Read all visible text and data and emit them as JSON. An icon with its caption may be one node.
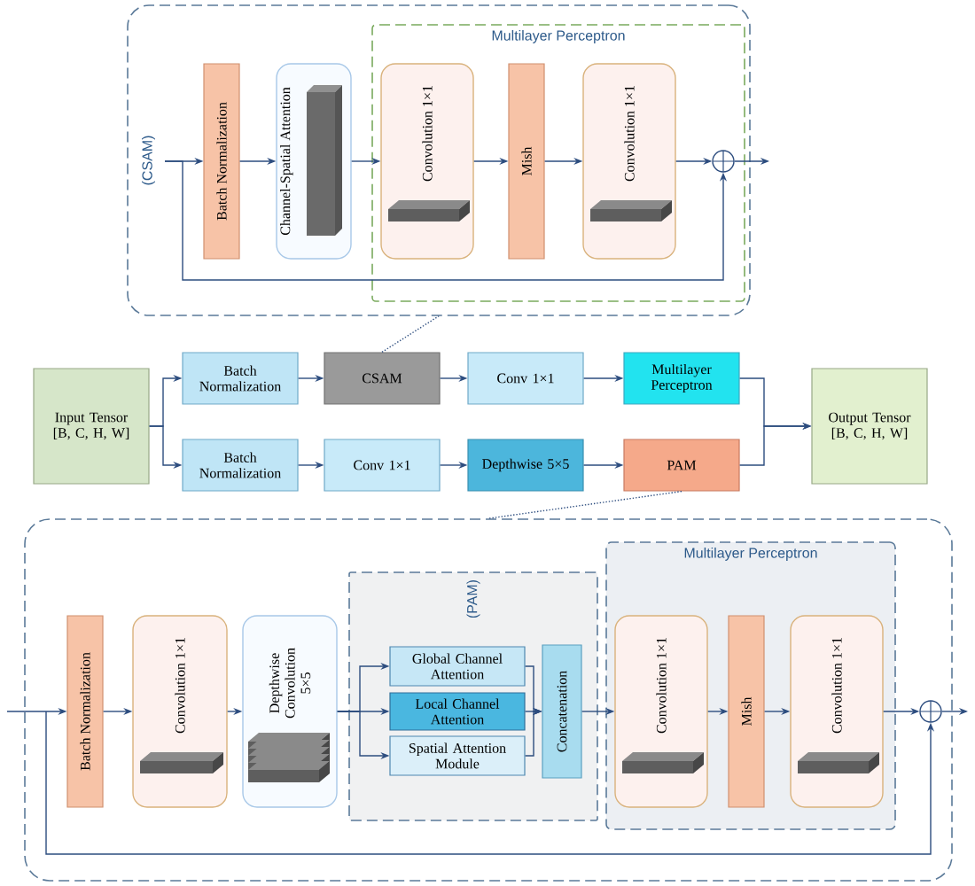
{
  "diagram": {
    "nodes": [
      {
        "text": [
          "(CSAM)"
        ]
      },
      {
        "text": [
          "Multilayer Perceptron"
        ],
        "in": 0
      },
      {
        "text": [
          "Batch Normalization"
        ],
        "in": 0
      },
      {
        "text": [
          "Channel-Spatial Attention"
        ],
        "in": 0
      },
      {
        "text": [
          "Convolution 1×1"
        ],
        "in": 1
      },
      {
        "text": [
          "Mish"
        ],
        "in": 1
      },
      {
        "text": [
          "Convolution 1×1"
        ],
        "in": 1
      },
      {
        "text": [],
        "shape": "circle",
        "in": 1
      },
      {
        "text": [
          "Input Tensor [B, C, H, W]"
        ]
      },
      {
        "text": [
          "Batch Normalization"
        ]
      },
      {
        "text": [
          "CSAM"
        ]
      },
      {
        "text": [
          "Conv 1×1"
        ]
      },
      {
        "text": [
          "Multilayer Perceptron"
        ]
      },
      {
        "text": [
          "Batch Normalization"
        ]
      },
      {
        "text": [
          "Conv 1×1"
        ]
      },
      {
        "text": [
          "Depthwise 5×5"
        ]
      },
      {
        "text": [
          "PAM"
        ]
      },
      {
        "text": [
          "Output Tensor [B, C, H, W]"
        ]
      },
      {
        "text": [],
        "shape": "box"
      },
      {
        "text": [
          "(PAM)"
        ],
        "in": 18
      },
      {
        "text": [
          "Multilayer Perceptron"
        ],
        "in": 18
      },
      {
        "text": [
          "Batch Normalization"
        ],
        "in": 18
      },
      {
        "text": [
          "Convolution 1×1"
        ],
        "in": 18
      },
      {
        "text": [
          "Depthwise Convolution 5×5"
        ],
        "in": 18
      },
      {
        "text": [
          "Global Channel Attention"
        ],
        "in": 19
      },
      {
        "text": [
          "Local Channel Attention"
        ],
        "in": 19
      },
      {
        "text": [
          "Spatial Attention Module"
        ],
        "in": 19
      },
      {
        "text": [
          "Concatenation"
        ],
        "in": 19
      },
      {
        "text": [
          "Convolution 1×1"
        ],
        "in": 20
      },
      {
        "text": [
          "Mish"
        ],
        "in": 20
      },
      {
        "text": [
          "Convolution 1×1"
        ],
        "in": 20
      },
      {
        "text": [],
        "shape": "circle",
        "in": 18
      }
    ],
    "edges": [
      {
        "from": null,
        "to": 2,
        "arrow": "to"
      },
      {
        "from": null,
        "to": 7,
        "arrow": "to"
      },
      {
        "from": 2,
        "to": 3,
        "arrow": "to"
      },
      {
        "from": 3,
        "to": 4,
        "arrow": "to"
      },
      {
        "from": 4,
        "to": 5,
        "arrow": "to"
      },
      {
        "from": 5,
        "to": 6,
        "arrow": "to"
      },
      {
        "from": 6,
        "to": 7,
        "arrow": "to"
      },
      {
        "from": 7,
        "to": null,
        "arrow": "to"
      },
      {
        "from": 8,
        "to": 9,
        "arrow": "to"
      },
      {
        "from": 8,
        "to": 13,
        "arrow": "to"
      },
      {
        "from": 9,
        "to": 10,
        "arrow": "to"
      },
      {
        "from": 10,
        "to": 11,
        "arrow": "to"
      },
      {
        "from": 11,
        "to": 12,
        "arrow": "to"
      },
      {
        "from": 13,
        "to": 14,
        "arrow": "to"
      },
      {
        "from": 14,
        "to": 15,
        "arrow": "to"
      },
      {
        "from": 15,
        "to": 16,
        "arrow": "to"
      },
      {
        "from": 12,
        "to": 17,
        "arrow": "to"
      },
      {
        "from": 16,
        "to": 17,
        "arrow": "to"
      },
      {
        "from": 10,
        "to": 0,
        "arrow": "none",
        "style": "dashed"
      },
      {
        "from": 16,
        "to": 18,
        "arrow": "none",
        "style": "dashed"
      },
      {
        "from": null,
        "to": 21,
        "arrow": "to"
      },
      {
        "from": null,
        "to": 31,
        "arrow": "to"
      },
      {
        "from": 21,
        "to": 22,
        "arrow": "to"
      },
      {
        "from": 22,
        "to": 23,
        "arrow": "to"
      },
      {
        "from": 23,
        "to": 24,
        "arrow": "to"
      },
      {
        "from": 23,
        "to": 25,
        "arrow": "to"
      },
      {
        "from": 23,
        "to": 26,
        "arrow": "to"
      },
      {
        "from": 24,
        "to": 27,
        "arrow": "to"
      },
      {
        "from": 25,
        "to": 27,
        "arrow": "to"
      },
      {
        "from": 26,
        "to": 27,
        "arrow": "to"
      },
      {
        "from": 27,
        "to": 28,
        "arrow": "to"
      },
      {
        "from": 28,
        "to": 29,
        "arrow": "to"
      },
      {
        "from": 29,
        "to": 30,
        "arrow": "to"
      },
      {
        "from": 30,
        "to": 31,
        "arrow": "to"
      },
      {
        "from": 31,
        "to": null,
        "arrow": "to"
      }
    ]
  }
}
